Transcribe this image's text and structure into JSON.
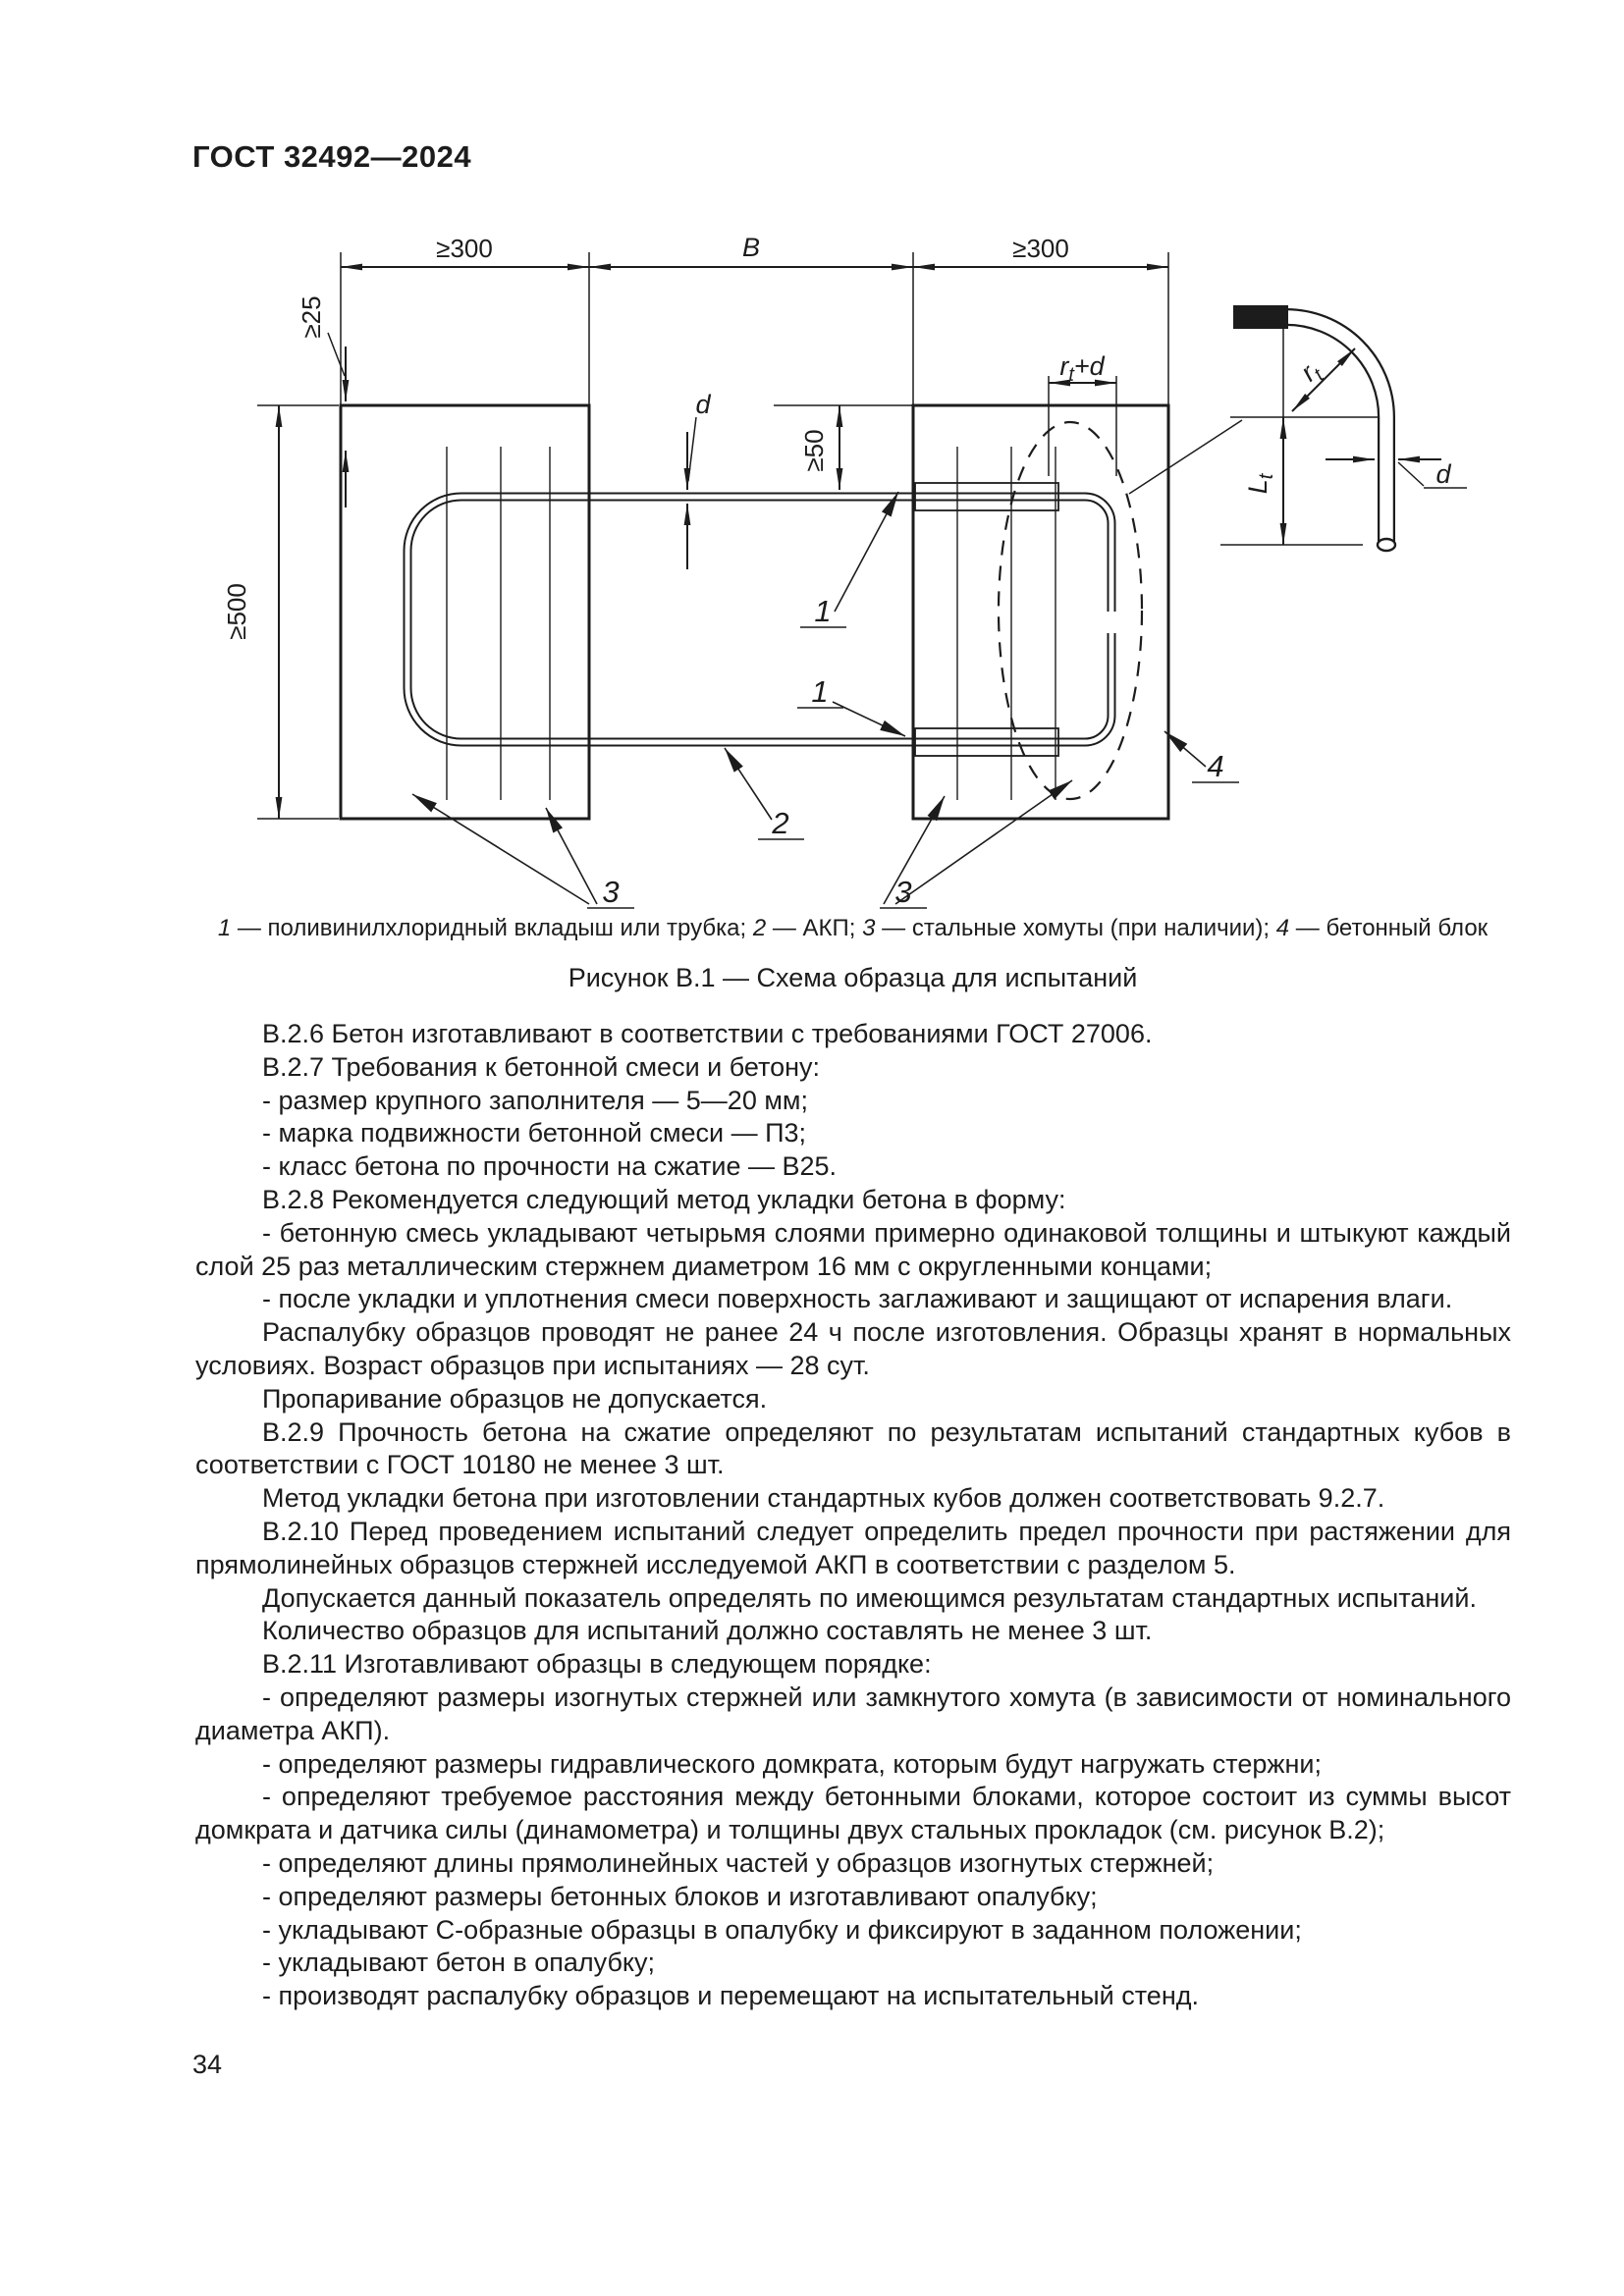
{
  "page": {
    "standard": "ГОСТ 32492—2024",
    "number": "34"
  },
  "figure": {
    "title": "Рисунок В.1 — Схема образца для испытаний",
    "caption_parts": [
      {
        "num": "1"
      },
      {
        "text": " — поливинилхлоридный вкладыш или трубка; "
      },
      {
        "num": "2"
      },
      {
        "text": " — АКП; "
      },
      {
        "num": "3"
      },
      {
        "text": " — стальные хомуты (при наличии); "
      },
      {
        "num": "4"
      },
      {
        "text": " — бетонный блок"
      }
    ],
    "dims": {
      "d300_left": "≥300",
      "dB": "B",
      "d300_right": "≥300",
      "d25": "≥25",
      "d500": "≥500",
      "d50": "≥50",
      "dd": "d"
    },
    "rt_plus_d": {
      "r": "r",
      "sub": "t",
      "rest": "+d"
    },
    "detail": {
      "r": "r",
      "rsub": "t",
      "L": "L",
      "Lsub": "t",
      "d": "d"
    },
    "callouts": {
      "c1": "1",
      "c2": "2",
      "c3": "3",
      "c4": "4"
    }
  },
  "paragraphs": [
    "В.2.6 Бетон изготавливают в соответствии с требованиями ГОСТ 27006.",
    "В.2.7 Требования к бетонной смеси и бетону:",
    "- размер крупного заполнителя — 5—20 мм;",
    "- марка подвижности бетонной смеси — П3;",
    "- класс бетона по прочности на сжатие — В25.",
    "В.2.8 Рекомендуется следующий метод укладки бетона в форму:",
    "- бетонную смесь укладывают четырьмя слоями примерно одинаковой толщины и штыкуют каждый слой 25 раз металлическим стержнем диаметром 16 мм с округленными концами;",
    "- после укладки и уплотнения смеси поверхность заглаживают и защищают от испарения влаги.",
    "Распалубку образцов проводят не ранее 24 ч после изготовления. Образцы хранят в нормальных условиях. Возраст образцов при испытаниях — 28 сут.",
    "Пропаривание образцов не допускается.",
    "В.2.9 Прочность бетона на сжатие определяют по результатам испытаний стандартных кубов в соответствии с ГОСТ 10180 не менее 3 шт.",
    "Метод укладки бетона при изготовлении стандартных кубов должен соответствовать 9.2.7.",
    "В.2.10 Перед проведением испытаний следует определить предел прочности при растяжении для прямолинейных образцов стержней исследуемой АКП в соответствии с разделом 5.",
    "Допускается данный показатель определять по имеющимся результатам стандартных испытаний.",
    "Количество образцов для испытаний должно составлять не менее 3 шт.",
    "В.2.11 Изготавливают образцы в следующем порядке:",
    "- определяют размеры изогнутых стержней или замкнутого хомута (в зависимости от номинального диаметра АКП).",
    "- определяют размеры гидравлического домкрата, которым будут нагружать стержни;",
    "- определяют требуемое расстояния между бетонными блоками, которое состоит из суммы высот домкрата и датчика силы (динамометра) и толщины двух стальных прокладок (см. рисунок В.2);",
    "- определяют длины прямолинейных частей у образцов изогнутых стержней;",
    "- определяют размеры бетонных блоков и изготавливают опалубку;",
    "- укладывают С-образные образцы в опалубку и фиксируют в заданном положении;",
    "- укладывают бетон в опалубку;",
    "- производят распалубку образцов и перемещают на испытательный стенд."
  ]
}
